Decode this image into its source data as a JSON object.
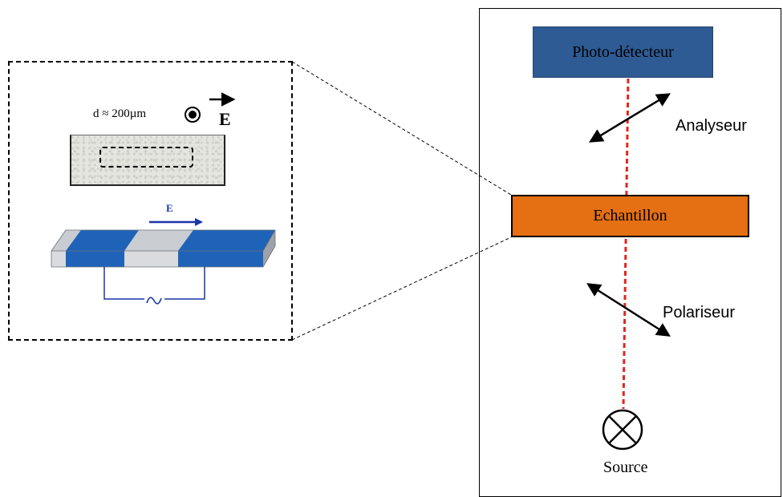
{
  "setup": {
    "photodetector": "Photo-détecteur",
    "sample": "Echantillon",
    "analyzer": "Analyseur",
    "polarizer": "Polariseur",
    "source": "Source"
  },
  "inset": {
    "thickness": "d ≈ 200µm",
    "field_symbol": "E",
    "device_field_symbol": "E",
    "ac_symbol": "∿"
  },
  "colors": {
    "photodetector_fill": "#2e5b93",
    "sample_fill": "#e56f13",
    "laser_beam": "#e0261e",
    "electrode_blue": "#1f63b8",
    "field_arrow_blue": "#1a36a8"
  }
}
